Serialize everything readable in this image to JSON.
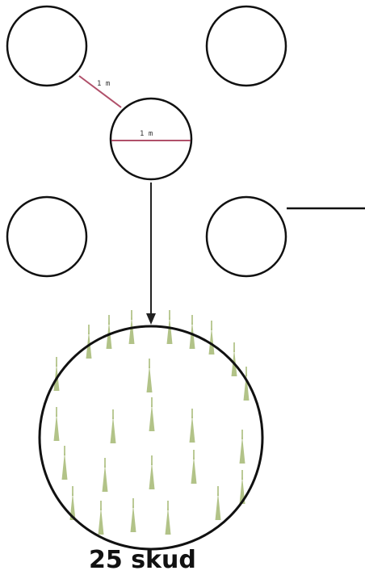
{
  "labels": {
    "spacing": "1 m",
    "diameter": "1 m",
    "caption": "25 skud"
  },
  "colors": {
    "outline": "#111111",
    "measure": "#b0506a",
    "shoot": "#9fb46a"
  },
  "shoots": {
    "count": 25
  }
}
